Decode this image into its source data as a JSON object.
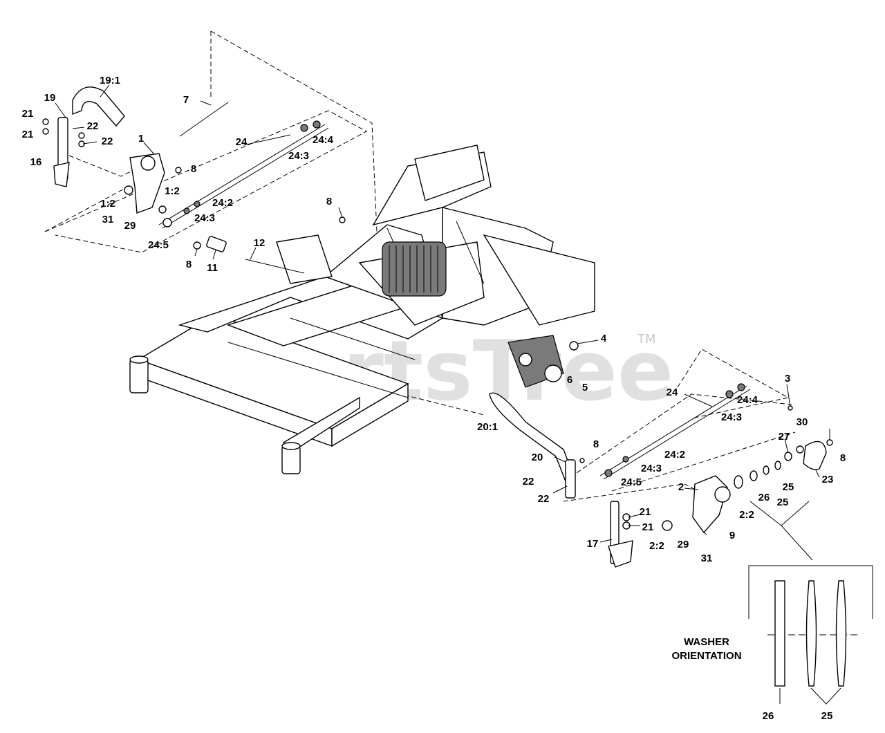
{
  "watermark": {
    "text": "PartsTree",
    "trademark": "TM"
  },
  "caption": {
    "line1": "WASHER",
    "line2": "ORIENTATION"
  },
  "labels": [
    {
      "id": "c19-1",
      "text": "19:1"
    },
    {
      "id": "c19",
      "text": "19"
    },
    {
      "id": "c21a",
      "text": "21"
    },
    {
      "id": "c21b",
      "text": "21"
    },
    {
      "id": "c22a",
      "text": "22"
    },
    {
      "id": "c22b",
      "text": "22"
    },
    {
      "id": "c16",
      "text": "16"
    },
    {
      "id": "c7",
      "text": "7"
    },
    {
      "id": "c1",
      "text": "1"
    },
    {
      "id": "c24a",
      "text": "24"
    },
    {
      "id": "c24-4a",
      "text": "24:4"
    },
    {
      "id": "c24-3a",
      "text": "24:3"
    },
    {
      "id": "c8a",
      "text": "8"
    },
    {
      "id": "c1-2a",
      "text": "1:2"
    },
    {
      "id": "c1-2b",
      "text": "1:2"
    },
    {
      "id": "c31a",
      "text": "31"
    },
    {
      "id": "c29a",
      "text": "29"
    },
    {
      "id": "c24-2a",
      "text": "24:2"
    },
    {
      "id": "c24-3b",
      "text": "24:3"
    },
    {
      "id": "c24-5a",
      "text": "24:5"
    },
    {
      "id": "c8b",
      "text": "8"
    },
    {
      "id": "c11",
      "text": "11"
    },
    {
      "id": "c8c",
      "text": "8"
    },
    {
      "id": "c12",
      "text": "12"
    },
    {
      "id": "c4",
      "text": "4"
    },
    {
      "id": "c6",
      "text": "6"
    },
    {
      "id": "c5",
      "text": "5"
    },
    {
      "id": "c3",
      "text": "3"
    },
    {
      "id": "c24b",
      "text": "24"
    },
    {
      "id": "c24-4b",
      "text": "24:4"
    },
    {
      "id": "c24-3c",
      "text": "24:3"
    },
    {
      "id": "c20-1",
      "text": "20:1"
    },
    {
      "id": "c30",
      "text": "30"
    },
    {
      "id": "c8d",
      "text": "8"
    },
    {
      "id": "c27",
      "text": "27"
    },
    {
      "id": "c8e",
      "text": "8"
    },
    {
      "id": "c24-2b",
      "text": "24:2"
    },
    {
      "id": "c24-3d",
      "text": "24:3"
    },
    {
      "id": "c24-5b",
      "text": "24:5"
    },
    {
      "id": "c20",
      "text": "20"
    },
    {
      "id": "c23",
      "text": "23"
    },
    {
      "id": "c22c",
      "text": "22"
    },
    {
      "id": "c22d",
      "text": "22"
    },
    {
      "id": "c2",
      "text": "2"
    },
    {
      "id": "c25a",
      "text": "25"
    },
    {
      "id": "c26a",
      "text": "26"
    },
    {
      "id": "c25b",
      "text": "25"
    },
    {
      "id": "c2-2a",
      "text": "2:2"
    },
    {
      "id": "c21c",
      "text": "21"
    },
    {
      "id": "c21d",
      "text": "21"
    },
    {
      "id": "c9",
      "text": "9"
    },
    {
      "id": "c17",
      "text": "17"
    },
    {
      "id": "c2-2b",
      "text": "2:2"
    },
    {
      "id": "c29b",
      "text": "29"
    },
    {
      "id": "c31b",
      "text": "31"
    },
    {
      "id": "c26b",
      "text": "26"
    },
    {
      "id": "c25c",
      "text": "25"
    }
  ]
}
